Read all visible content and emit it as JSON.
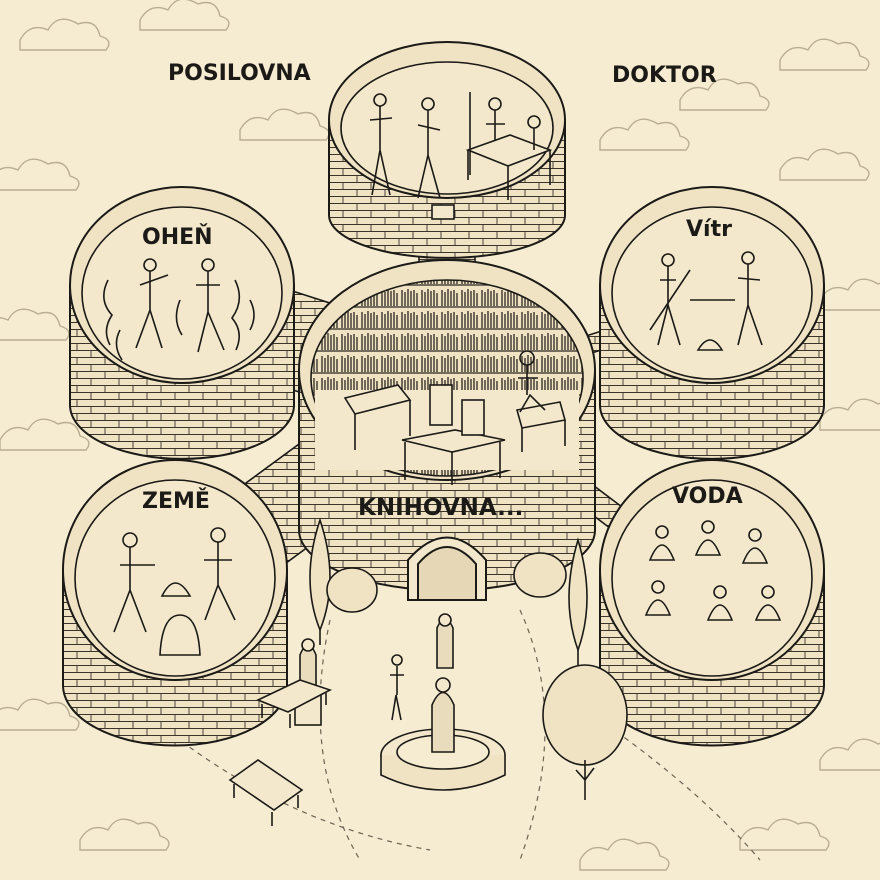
{
  "labels": {
    "gym": "POSILOVNA",
    "doctor": "DOKTOR",
    "fire": "OHEŇ",
    "wind": "Vítr",
    "earth": "ZEMĚ",
    "water": "VODA",
    "library": "KNIHOVNA..."
  },
  "colors": {
    "background": "#f6ecd2",
    "ink": "#1c1a17",
    "brick_fill": "#efe3c4",
    "floor_fill": "#f3e8cc",
    "cloud_line": "#b9ad92"
  },
  "rooms": [
    {
      "id": "gym",
      "scene": "two people exercising with a dumbbell"
    },
    {
      "id": "doctor",
      "scene": "doctor treating patient on bed"
    },
    {
      "id": "fire",
      "scene": "two people bending fire"
    },
    {
      "id": "wind",
      "scene": "two people practicing with staffs"
    },
    {
      "id": "earth",
      "scene": "two people moving rocks"
    },
    {
      "id": "water",
      "scene": "group meditating"
    },
    {
      "id": "library",
      "scene": "bookshelves, tables and a reader"
    }
  ],
  "courtyard": [
    "arched gate",
    "fountain with statue",
    "benches",
    "trees",
    "paths",
    "statues",
    "person standing"
  ]
}
